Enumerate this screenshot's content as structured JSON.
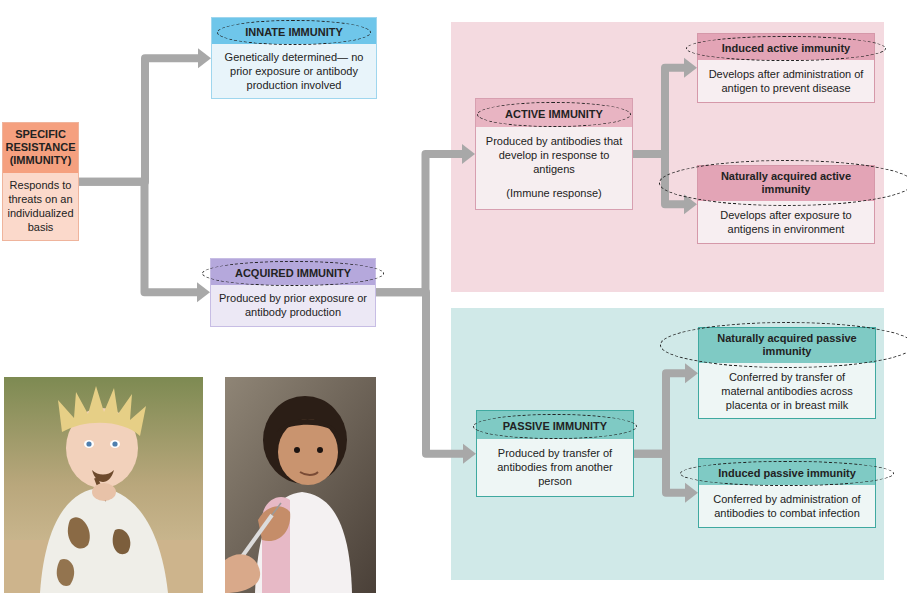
{
  "diagram": {
    "nodes": [
      {
        "text": [
          "SPECIFIC RESISTANCE (IMMUNITY)",
          "Responds to threats on an individualized basis"
        ]
      },
      {
        "text": [
          "INNATE IMMUNITY",
          "Genetically determined— no prior exposure or antibody production involved"
        ]
      },
      {
        "text": [
          "ACQUIRED IMMUNITY",
          "Produced by prior exposure or antibody production"
        ]
      },
      {
        "text": [
          "ACTIVE IMMUNITY",
          "Produced by antibodies that develop in response to antigens",
          "(Immune response)"
        ]
      },
      {
        "text": [
          "Induced active immunity",
          "Develops after administration of antigen to prevent disease"
        ]
      },
      {
        "text": [
          "Naturally acquired active immunity",
          "Develops after exposure to antigens in environment"
        ]
      },
      {
        "text": [
          "PASSIVE IMMUNITY",
          "Produced by transfer of antibodies from another person"
        ]
      },
      {
        "text": [
          "Naturally acquired passive immunity",
          "Conferred by transfer of maternal antibodies across placenta or in breast milk"
        ]
      },
      {
        "text": [
          "Induced passive immunity",
          "Conferred by administration of antibodies to combat infection"
        ]
      }
    ],
    "edges": [
      {
        "from": 0,
        "to": 1,
        "arrow": "to"
      },
      {
        "from": 0,
        "to": 2,
        "arrow": "to"
      },
      {
        "from": 2,
        "to": 3,
        "arrow": "to"
      },
      {
        "from": 2,
        "to": 6,
        "arrow": "to"
      },
      {
        "from": 3,
        "to": 4,
        "arrow": "to"
      },
      {
        "from": 3,
        "to": 5,
        "arrow": "to"
      },
      {
        "from": 6,
        "to": 7,
        "arrow": "to"
      },
      {
        "from": 6,
        "to": 8,
        "arrow": "to"
      }
    ]
  }
}
